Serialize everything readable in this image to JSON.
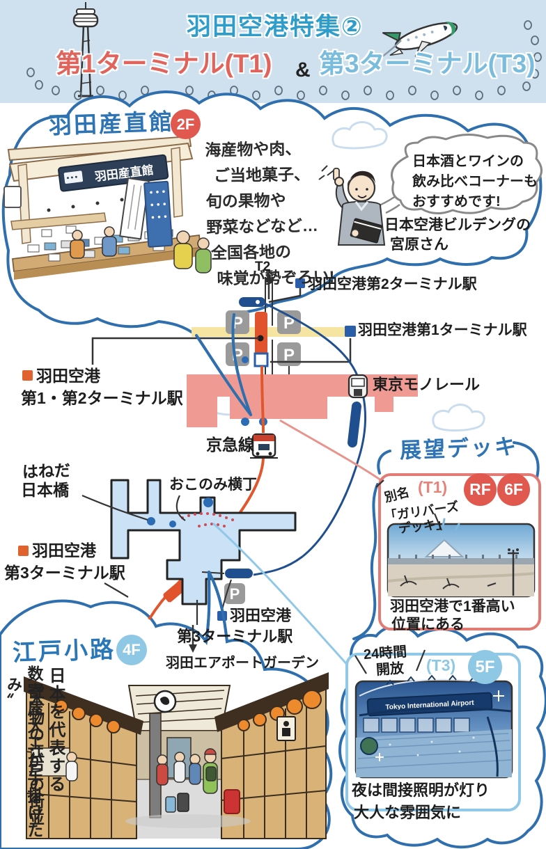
{
  "colors": {
    "sky": "#cfe1ee",
    "title_blue": "#2f9dc9",
    "t1_red": "#e0635c",
    "t3_light_blue": "#79bcdc",
    "section_heading_blue": "#2e74b5",
    "cloud_outline_blue": "#2f6fae",
    "badge_red": "#e0584e",
    "badge_light_blue": "#8fc8e4",
    "marker_blue": "#2b5ea8",
    "marker_orange": "#e0622f",
    "keikyu_line_orange": "#e0572e",
    "monorail_line_blue": "#1f4f8f",
    "road_yellow": "#f6e5a2",
    "terminal1_pink": "#ef9b94",
    "terminal3_light_blue": "#cbe1f6"
  },
  "header": {
    "title": "羽田空港特集②",
    "t1_label": "第1ターミナル(T1)",
    "ampersand": "&",
    "t3_label": "第3ターミナル(T3)"
  },
  "sanchokukan": {
    "heading": "羽田産直館",
    "floor_badge": "2F",
    "sign_text": "羽田産直館",
    "description_lines": [
      "海産物や肉、",
      "ご当地菓子、",
      "旬の果物や",
      "野菜などなど…",
      "全国各地の",
      "味覚が勢ぞろい!"
    ],
    "speech_lines": [
      "日本酒とワインの",
      "飲み比べコーナーも",
      "おすすめです!"
    ],
    "staff_caption_lines": [
      "日本空港ビルデングの",
      "宮原さん"
    ]
  },
  "map": {
    "t2_direction": "T2",
    "station_t2_monorail": "羽田空港第2ターミナル駅",
    "station_t1_monorail": "羽田空港第1ターミナル駅",
    "station_t1t2_keikyu_line1": "羽田空港",
    "station_t1t2_keikyu_line2": "第1・第2ターミナル駅",
    "monorail_label": "東京モノレール",
    "keikyu_label": "京急線",
    "haneda_nihonbashi_line1": "はねだ",
    "haneda_nihonbashi_line2": "日本橋",
    "okonomi_yokocho": "おこのみ横丁",
    "station_t3_keikyu_line1": "羽田空港",
    "station_t3_keikyu_line2": "第3ターミナル駅",
    "station_t3_monorail_line1": "羽田空港",
    "station_t3_monorail_line2": "第3ターミナル駅",
    "airport_garden": "羽田エアポートガーデン",
    "parking": "P"
  },
  "observation_deck": {
    "heading": "展望デッキ",
    "t1": {
      "terminal": "(T1)",
      "floor_rf": "RF",
      "floor_6f": "6F",
      "nickname_intro": "別名",
      "nickname_line1": "「ガリバーズ",
      "nickname_line2": "デッキ」",
      "caption_line1": "羽田空港で1番高い",
      "caption_line2": "位置にある"
    },
    "t3": {
      "open_line1": "24時間",
      "open_line2": "開放",
      "terminal": "(T3)",
      "floor": "5F",
      "sign_text": "Tokyo International Airport",
      "caption_line1": "夜は間接照明が灯り",
      "caption_line2": "大人な雰囲気に"
    }
  },
  "edokoji": {
    "heading": "江戸小路",
    "floor_badge": "4F",
    "vertical_col1": "日本を代表する",
    "vertical_col2": "数寄屋大工が手掛けた",
    "vertical_col3": "〝本物の江戸の街並み〟"
  }
}
